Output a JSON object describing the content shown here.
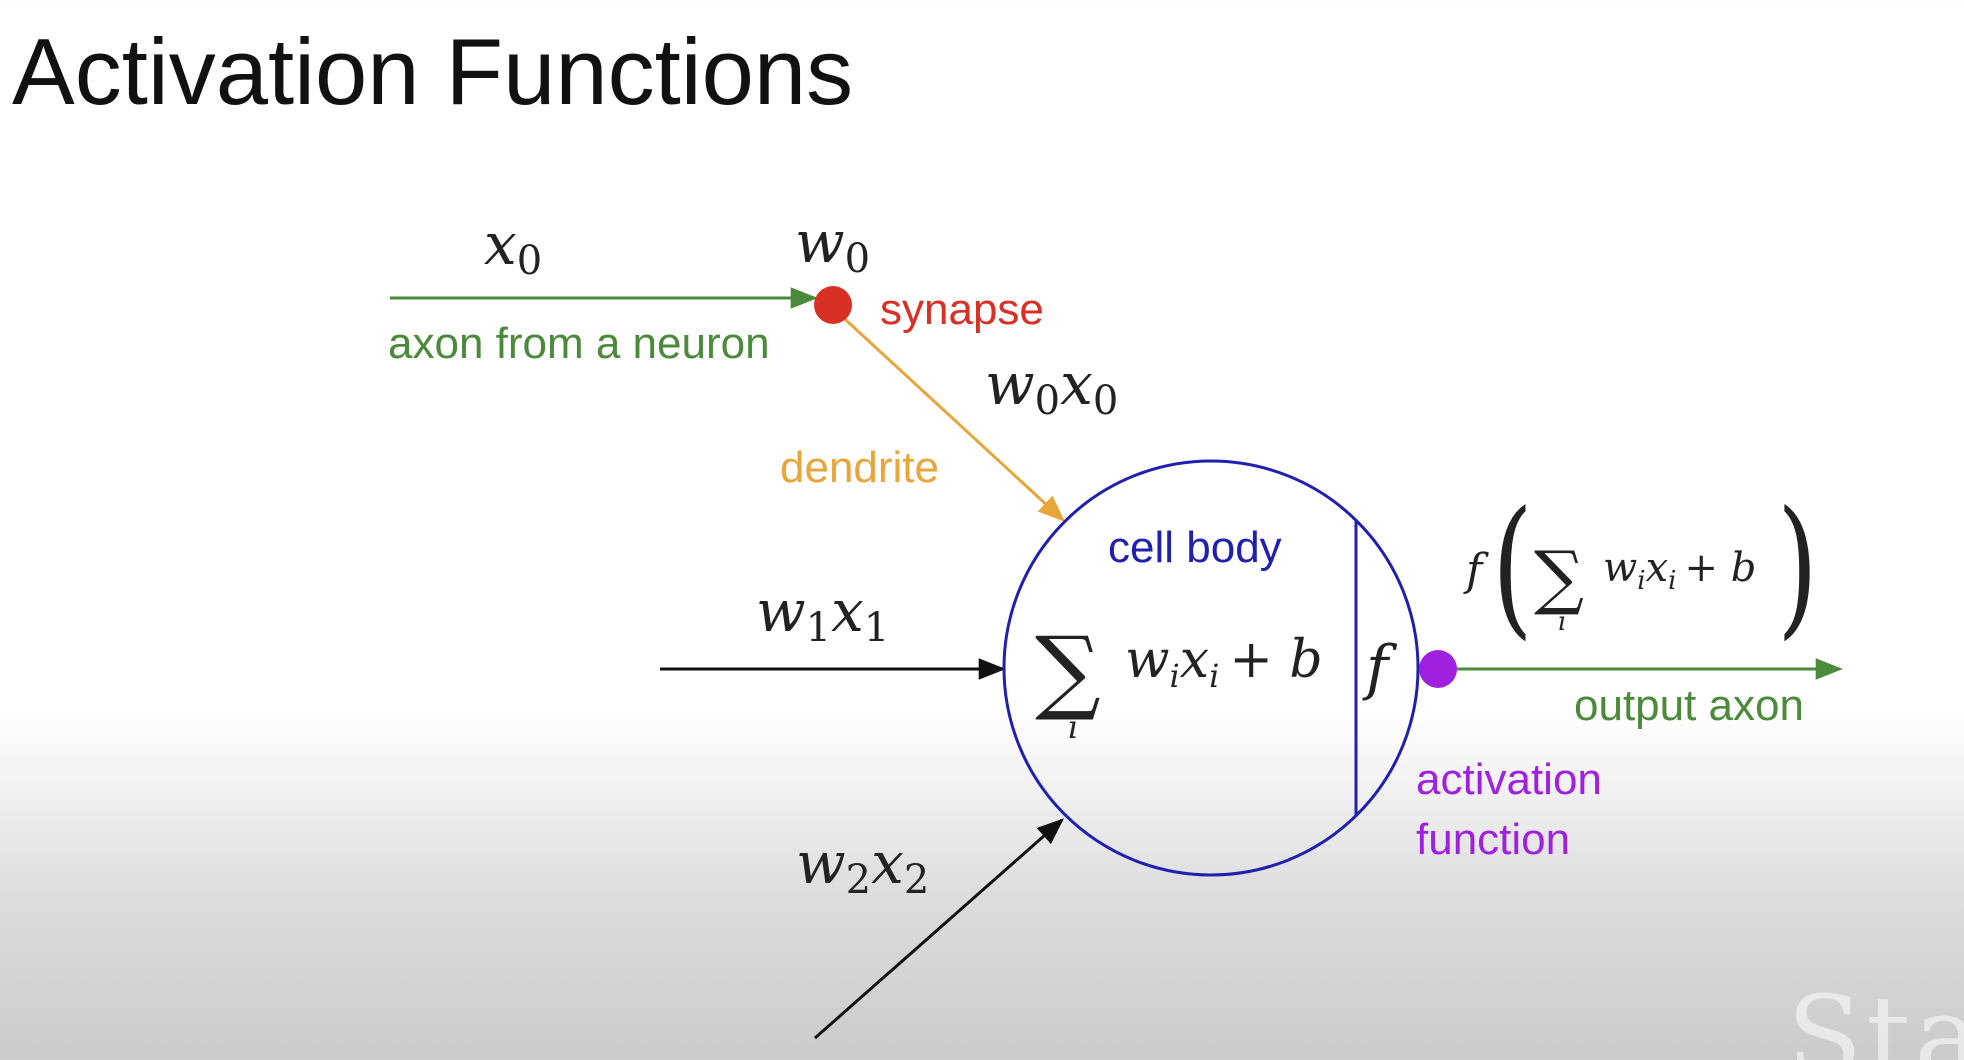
{
  "title": "Activation Functions",
  "colors": {
    "axon": "#4a8a3a",
    "synapse": "#d93025",
    "dendrite": "#e8a63a",
    "cell_body": "#2020b0",
    "activation": "#a020e0",
    "input_line": "#111111",
    "math_text": "#222222"
  },
  "math": {
    "x0": {
      "base": "x",
      "sub": "0"
    },
    "w0": {
      "base": "w",
      "sub": "0"
    },
    "w0x0": {
      "b1": "w",
      "s1": "0",
      "b2": "x",
      "s2": "0"
    },
    "w1x1": {
      "b1": "w",
      "s1": "1",
      "b2": "x",
      "s2": "1"
    },
    "w2x2": {
      "b1": "w",
      "s1": "2",
      "b2": "x",
      "s2": "2"
    },
    "sum_symbol": "∑",
    "sum_index": "i",
    "sum_body_w": "w",
    "sum_body_x": "x",
    "sum_body_sub": "i",
    "plus_b": "+ b",
    "f": "f",
    "paren_open": "(",
    "paren_close": ")"
  },
  "labels": {
    "axon_from_neuron": "axon from a neuron",
    "synapse": "synapse",
    "dendrite": "dendrite",
    "cell_body": "cell body",
    "output_axon": "output axon",
    "activation_line1": "activation",
    "activation_line2": "function"
  },
  "watermark": "Sta"
}
